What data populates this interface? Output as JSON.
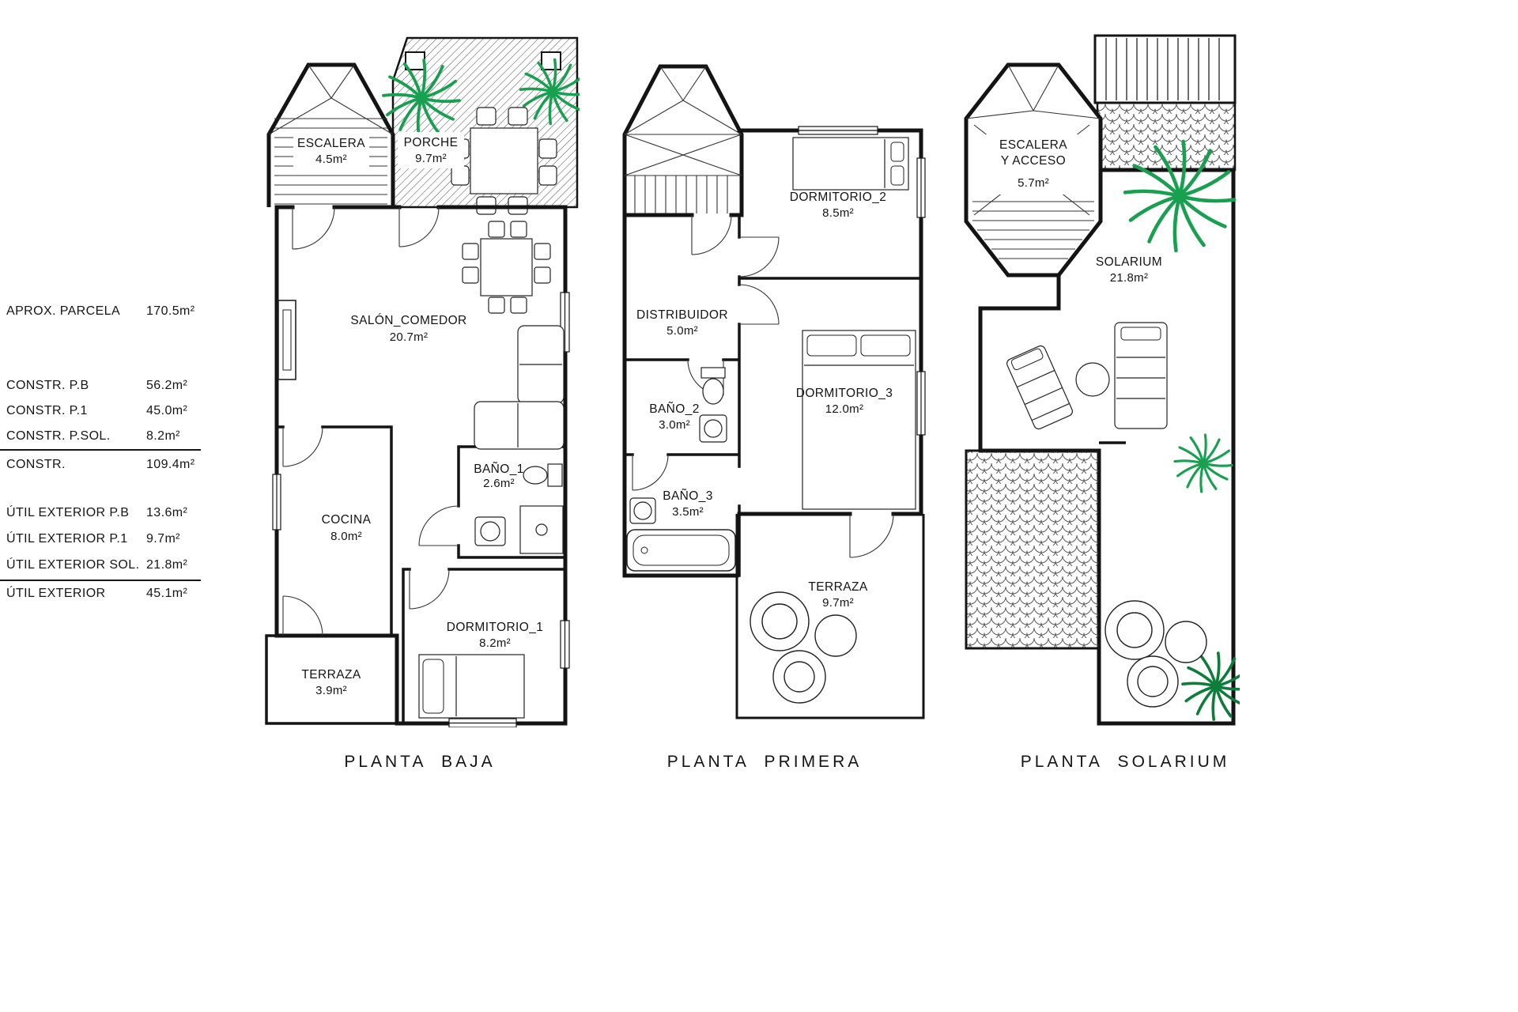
{
  "summary": {
    "rows": [
      {
        "label": "APROX.  PARCELA",
        "value": "170.5m²"
      },
      {
        "label": "CONSTR.  P.B",
        "value": "56.2m²"
      },
      {
        "label": "CONSTR.  P.1",
        "value": "45.0m²"
      },
      {
        "label": "CONSTR.  P.SOL.",
        "value": "8.2m²"
      },
      {
        "label": "CONSTR.",
        "value": "109.4m²"
      },
      {
        "label": "ÚTIL  EXTERIOR  P.B",
        "value": "13.6m²"
      },
      {
        "label": "ÚTIL  EXTERIOR  P.1",
        "value": "9.7m²"
      },
      {
        "label": "ÚTIL  EXTERIOR  SOL.",
        "value": "21.8m²"
      },
      {
        "label": "ÚTIL  EXTERIOR",
        "value": "45.1m²"
      }
    ]
  },
  "plans": {
    "baja": {
      "title": "PLANTA BAJA",
      "rooms": {
        "escalera": {
          "name": "ESCALERA",
          "area": "4.5m²"
        },
        "porche": {
          "name": "PORCHE",
          "area": "9.7m²"
        },
        "salon": {
          "name": "SALÓN_COMEDOR",
          "area": "20.7m²"
        },
        "bano1": {
          "name": "BAÑO_1",
          "area": "2.6m²"
        },
        "cocina": {
          "name": "COCINA",
          "area": "8.0m²"
        },
        "dormitorio1": {
          "name": "DORMITORIO_1",
          "area": "8.2m²"
        },
        "terraza": {
          "name": "TERRAZA",
          "area": "3.9m²"
        }
      }
    },
    "primera": {
      "title": "PLANTA PRIMERA",
      "rooms": {
        "dormitorio2": {
          "name": "DORMITORIO_2",
          "area": "8.5m²"
        },
        "distribuidor": {
          "name": "DISTRIBUIDOR",
          "area": "5.0m²"
        },
        "bano2": {
          "name": "BAÑO_2",
          "area": "3.0m²"
        },
        "dormitorio3": {
          "name": "DORMITORIO_3",
          "area": "12.0m²"
        },
        "bano3": {
          "name": "BAÑO_3",
          "area": "3.5m²"
        },
        "terraza": {
          "name": "TERRAZA",
          "area": "9.7m²"
        }
      }
    },
    "solarium": {
      "title": "PLANTA SOLARIUM",
      "rooms": {
        "escalera": {
          "line1": "ESCALERA",
          "line2": "Y ACCESO",
          "area": "5.7m²"
        },
        "solarium": {
          "name": "SOLARIUM",
          "area": "21.8m²"
        }
      }
    }
  },
  "colors": {
    "line": "#141414",
    "plant_green": "#18a050",
    "plant_dark": "#0e7d3c"
  }
}
